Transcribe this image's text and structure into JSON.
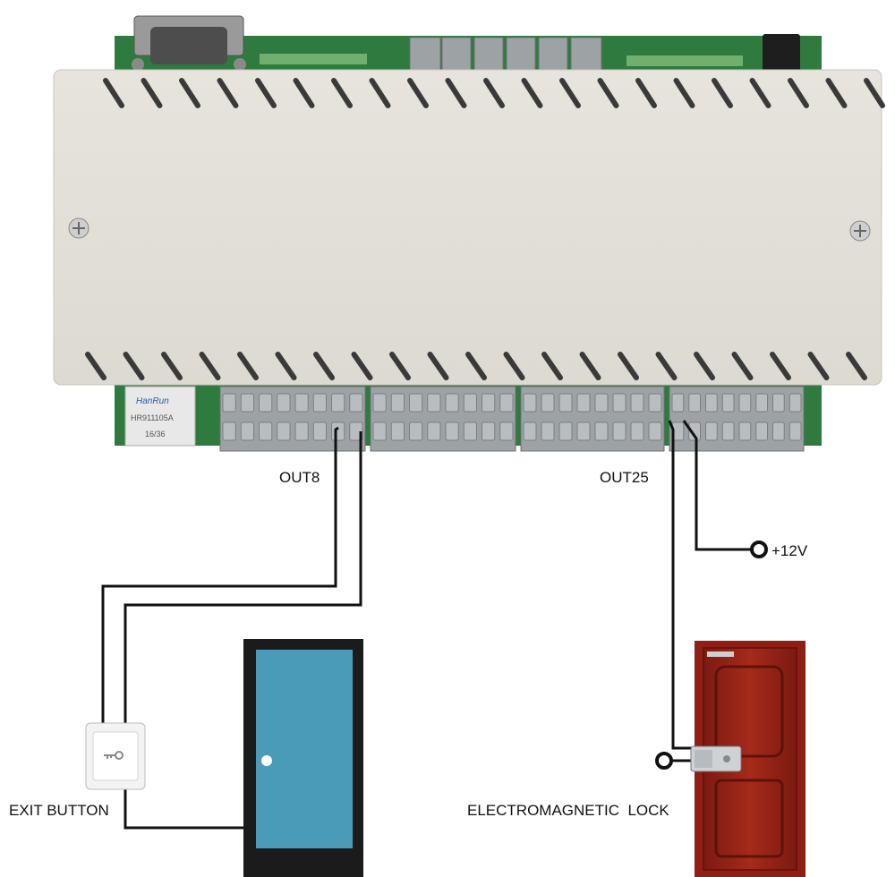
{
  "labels": {
    "out8": "OUT8",
    "out25": "OUT25",
    "plus12v": "+12V",
    "exit_button": "EXIT BUTTON",
    "lock": "ELECTROMAGNETIC  LOCK"
  },
  "rj45_chip": {
    "brand": "HanRun",
    "model": "HR911105A",
    "code": "16/36"
  },
  "colors": {
    "enclosure": "#e3e1d8",
    "pcb": "#2f7a3f",
    "terminal": "#9da2a4",
    "wire": "#111111",
    "blue_door": "#4a9bb7",
    "red_door": "#8f1f14"
  }
}
